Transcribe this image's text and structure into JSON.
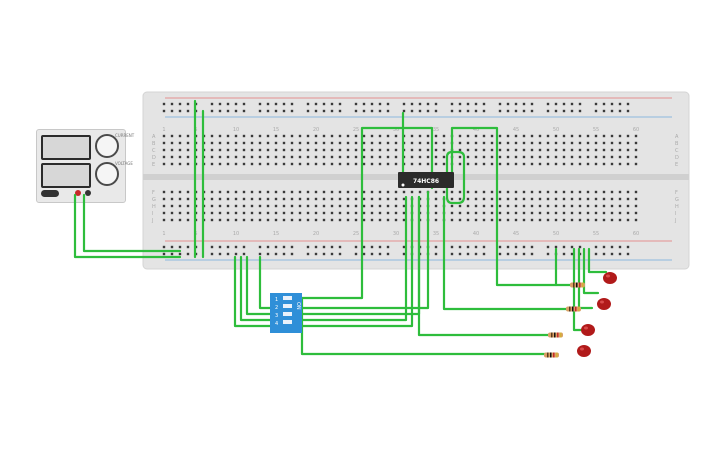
{
  "breadboard": {
    "row_letters_top": [
      "A",
      "B",
      "C",
      "D",
      "E"
    ],
    "row_letters_bottom": [
      "F",
      "G",
      "H",
      "I",
      "J"
    ],
    "column_numbers": [
      "1",
      "5",
      "10",
      "15",
      "20",
      "25",
      "30",
      "35",
      "40",
      "45",
      "50",
      "55",
      "60"
    ]
  },
  "chip": {
    "label": "74HC86"
  },
  "dip_switch": {
    "on_label": "ON",
    "numbers": [
      "1",
      "2",
      "3",
      "4"
    ]
  },
  "power_supply": {
    "brand": "",
    "knob_labels": [
      "CURRENT",
      "VOLTAGE"
    ]
  },
  "colors": {
    "wire": "#2ebd3c",
    "breadboard": "#e4e4e4",
    "rail_red": "#e57373",
    "rail_blue": "#6fa8dc",
    "chip": "#2b2b2b",
    "dip": "#2f8fd8",
    "led": "#b11a1a",
    "resistor": "#d9a066"
  }
}
